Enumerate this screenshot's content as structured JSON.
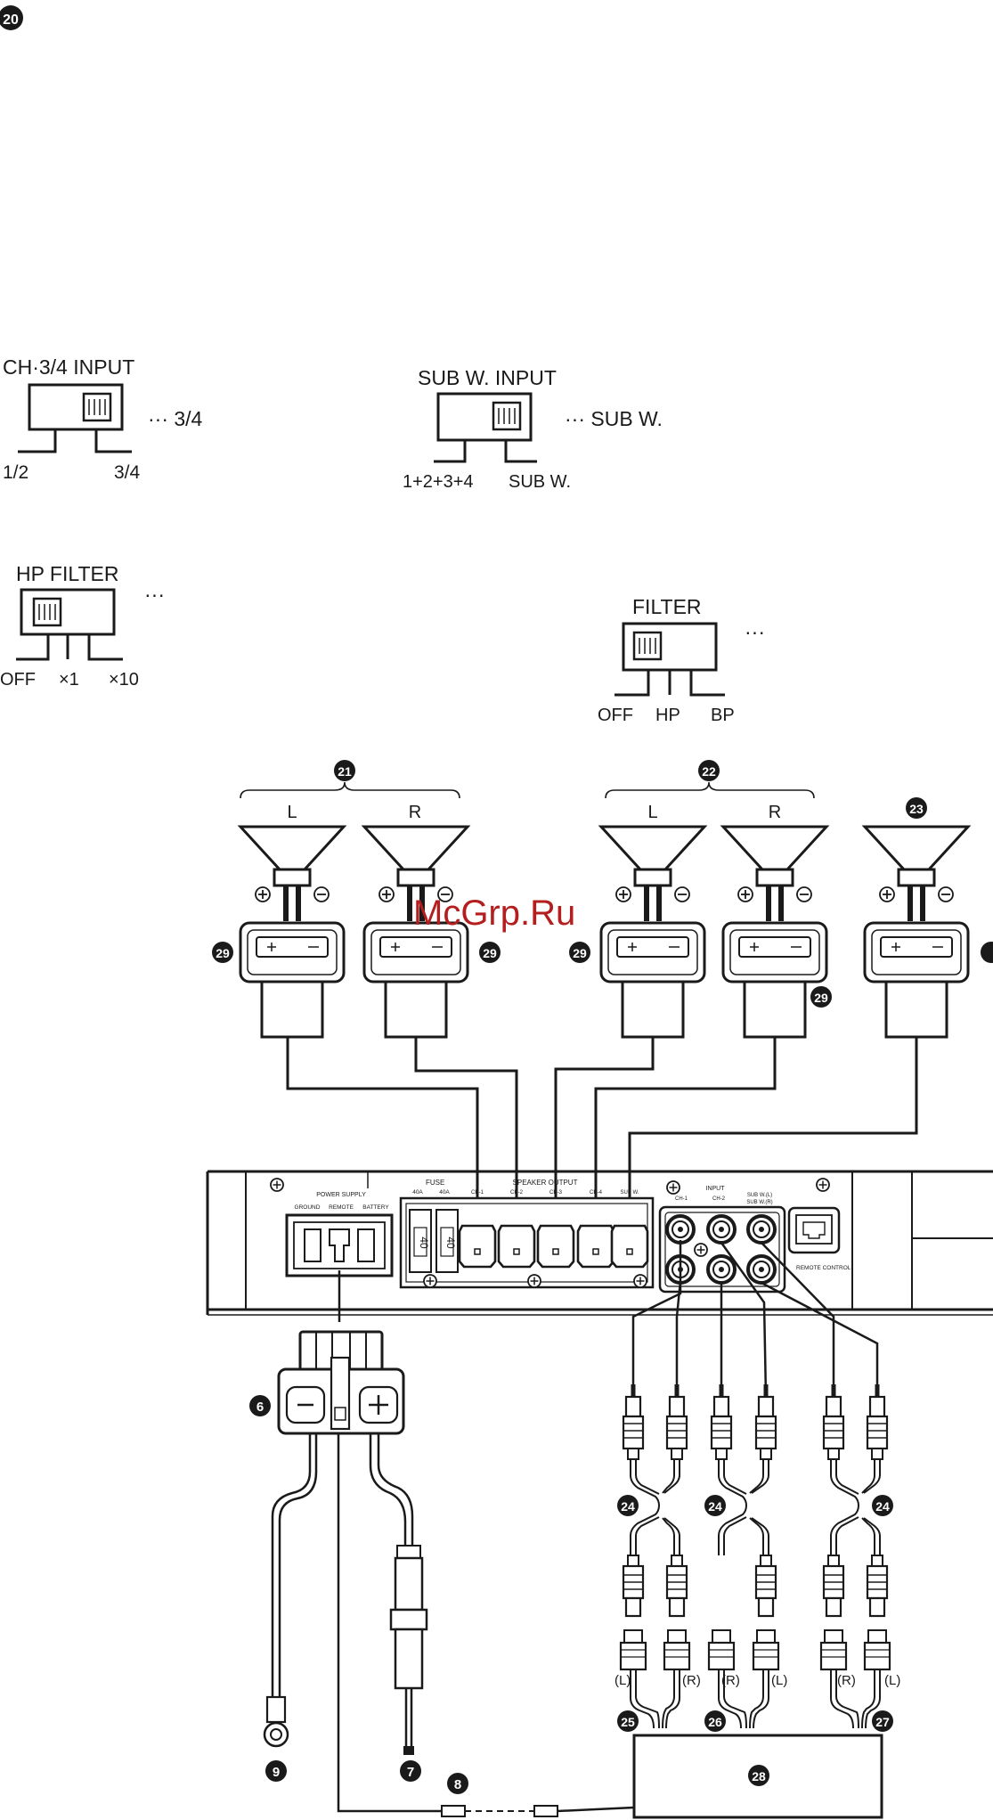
{
  "section_marker": "20",
  "switches": {
    "ch34": {
      "title": "CH·3/4 INPUT",
      "value": "··· 3/4",
      "positions": [
        "1/2",
        "3/4"
      ]
    },
    "subw": {
      "title": "SUB W. INPUT",
      "value": "··· SUB W.",
      "positions": [
        "1+2+3+4",
        "SUB W."
      ]
    },
    "hp": {
      "title": "HP FILTER",
      "value": "···",
      "positions": [
        "OFF",
        "×1",
        "×10"
      ]
    },
    "filter": {
      "title": "FILTER",
      "value": "···",
      "positions": [
        "OFF",
        "HP",
        "BP"
      ]
    }
  },
  "speaker_groups": {
    "front": {
      "marker": "21",
      "left": "L",
      "right": "R"
    },
    "rear": {
      "marker": "22",
      "left": "L",
      "right": "R"
    },
    "sub": {
      "marker": "23"
    }
  },
  "speaker_connector_marker": "29",
  "polarity": {
    "plus": "+",
    "minus": "−"
  },
  "watermark": "McGrp.Ru",
  "amplifier": {
    "power_supply": {
      "title": "POWER SUPPLY",
      "terminals": [
        "GROUND",
        "REMOTE",
        "BATTERY"
      ]
    },
    "fuse": {
      "title": "FUSE",
      "ratings": [
        "40A",
        "40A"
      ],
      "value": "40"
    },
    "speaker_output": {
      "title": "SPEAKER OUTPUT",
      "channels": [
        "CH-1",
        "CH-2",
        "CH-3",
        "CH-4",
        "SUB W."
      ]
    },
    "input": {
      "title": "INPUT",
      "labels": [
        "CH-1",
        "CH-2",
        "SUB W.(L)",
        "SUB W.(R)"
      ]
    },
    "remote_control": {
      "title": "REMOTE CONTROL"
    }
  },
  "power_connector_marker": "6",
  "ground_marker": "9",
  "battery_marker": "7",
  "remote_wire_marker": "8",
  "rca_cable_marker": "24",
  "source_outputs": [
    {
      "marker": "25",
      "left": "(L)",
      "right": "(R)"
    },
    {
      "marker": "26",
      "left": "(R)",
      "right": "(L)"
    },
    {
      "marker": "27",
      "left": "(R)",
      "right": "(L)"
    }
  ],
  "source_unit_marker": "28"
}
